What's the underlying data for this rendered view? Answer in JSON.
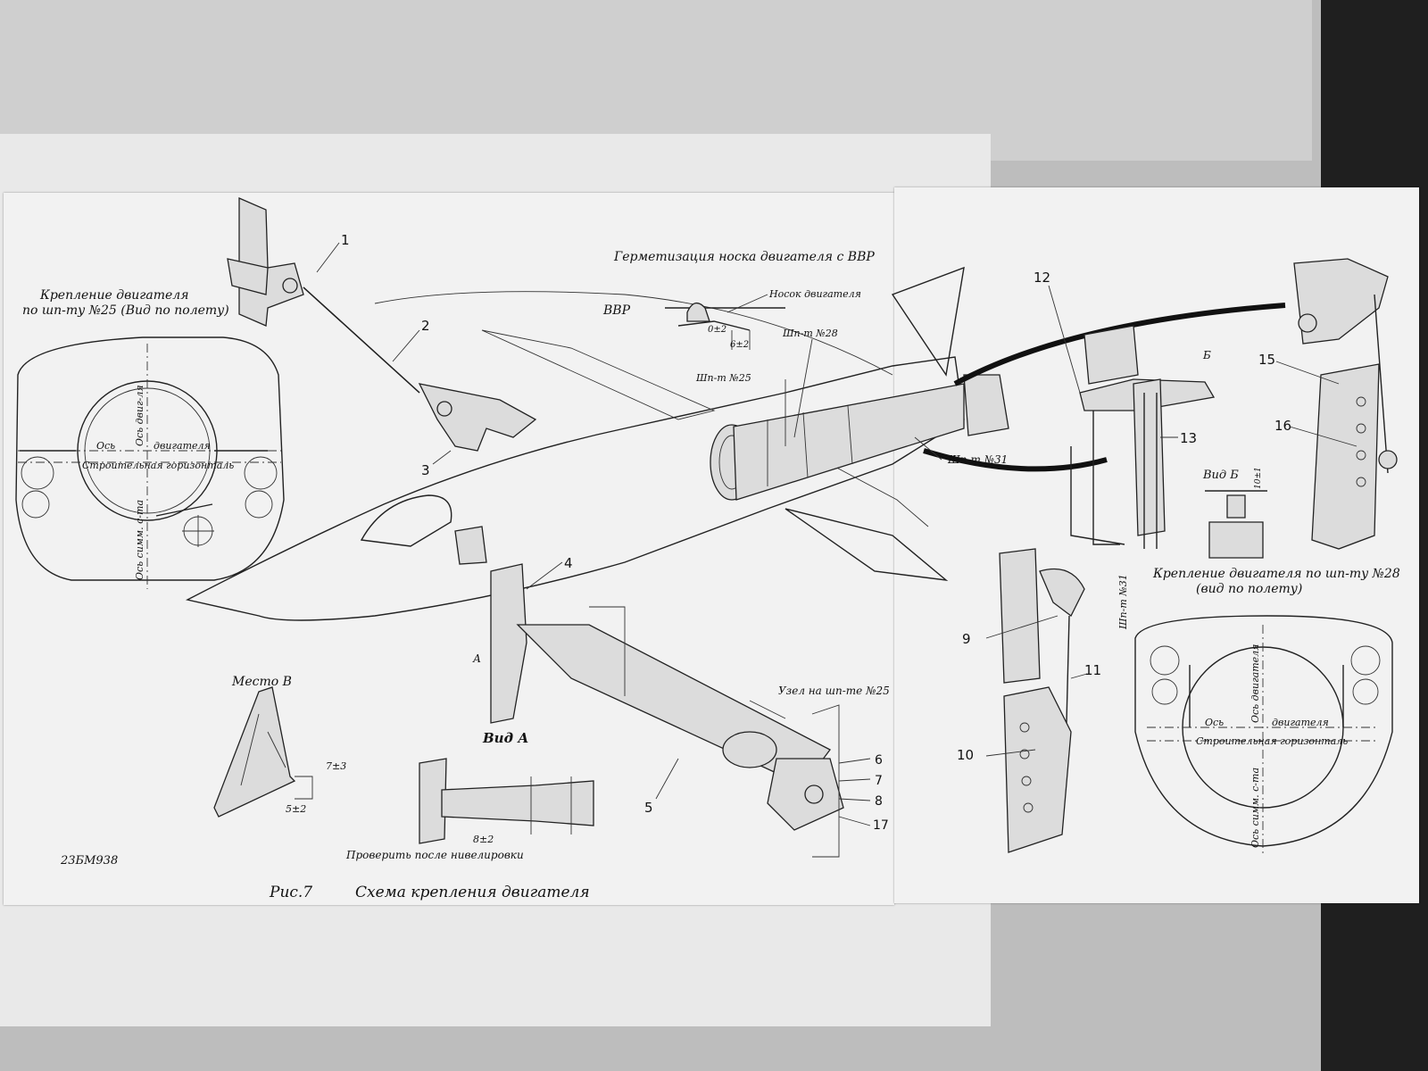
{
  "labels": {
    "title": "Схема крепления двигателя",
    "fig": "Рис.7",
    "code": "23БМ938",
    "left_mount_title_1": "Крепление двигателя",
    "left_mount_title_2": "по шп-ту №25 (Вид по полету)",
    "right_mount_title_1": "Крепление двигателя по шп-ту №28",
    "right_mount_title_2": "(вид по полету)",
    "sealing_title": "Герметизация носка двигателя с ВВР",
    "vvr": "ВВР",
    "engine_nose": "Носок двигателя",
    "tol_0": "0±2",
    "tol_6": "6±2",
    "frame_28": "Шп-т №28",
    "frame_25": "Шп-т №25",
    "frame_31": "Шп-т №31",
    "frame_31_vert": "Шп-т №31",
    "view_b": "Вид Б",
    "arrow_b": "Б",
    "view_a": "Вид А",
    "arrow_a": "А",
    "place_v": "Место В",
    "tol_7": "7±3",
    "tol_5": "5±2",
    "tol_8": "8±2",
    "tol_10": "10±1",
    "check_after": "Проверить после нивелировки",
    "node_25": "Узел на шп-те №25",
    "axis_engine": "Ось",
    "axis_engine_2": "двигателя",
    "axis_engine_v": "Ось двиг-ля",
    "build_horizontal": "Строительная горизонталь",
    "sym_axis": "Ось симм. с-та",
    "r_axis": "Ось",
    "r_axis_2": "двигателя",
    "r_axis_v": "Ось двигателя",
    "r_build_horizontal": "Строительная горизонталь",
    "r_sym_axis": "Ось симм. с-та"
  },
  "callouts": [
    "1",
    "2",
    "3",
    "4",
    "5",
    "6",
    "7",
    "8",
    "17",
    "9",
    "10",
    "11",
    "12",
    "13",
    "15",
    "16"
  ]
}
